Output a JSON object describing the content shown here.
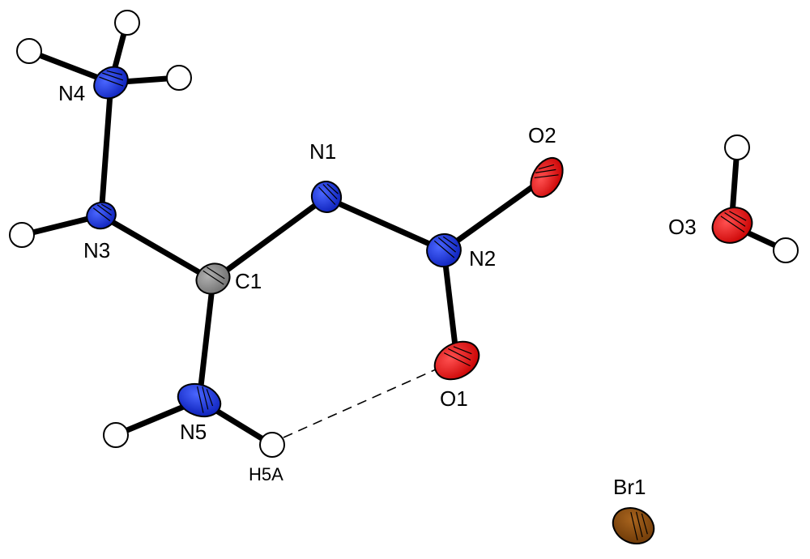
{
  "labels": {
    "N1": "N1",
    "N2": "N2",
    "N3": "N3",
    "N4": "N4",
    "N5": "N5",
    "C1": "C1",
    "O1": "O1",
    "O2": "O2",
    "O3": "O3",
    "Br1": "Br1",
    "H5A": "H5A"
  },
  "colors": {
    "nitrogen": "#1530e0",
    "oxygen": "#ee1010",
    "carbon": "#8a8a8a",
    "bromine": "#8b4a10",
    "hydrogen": "#ffffff"
  }
}
